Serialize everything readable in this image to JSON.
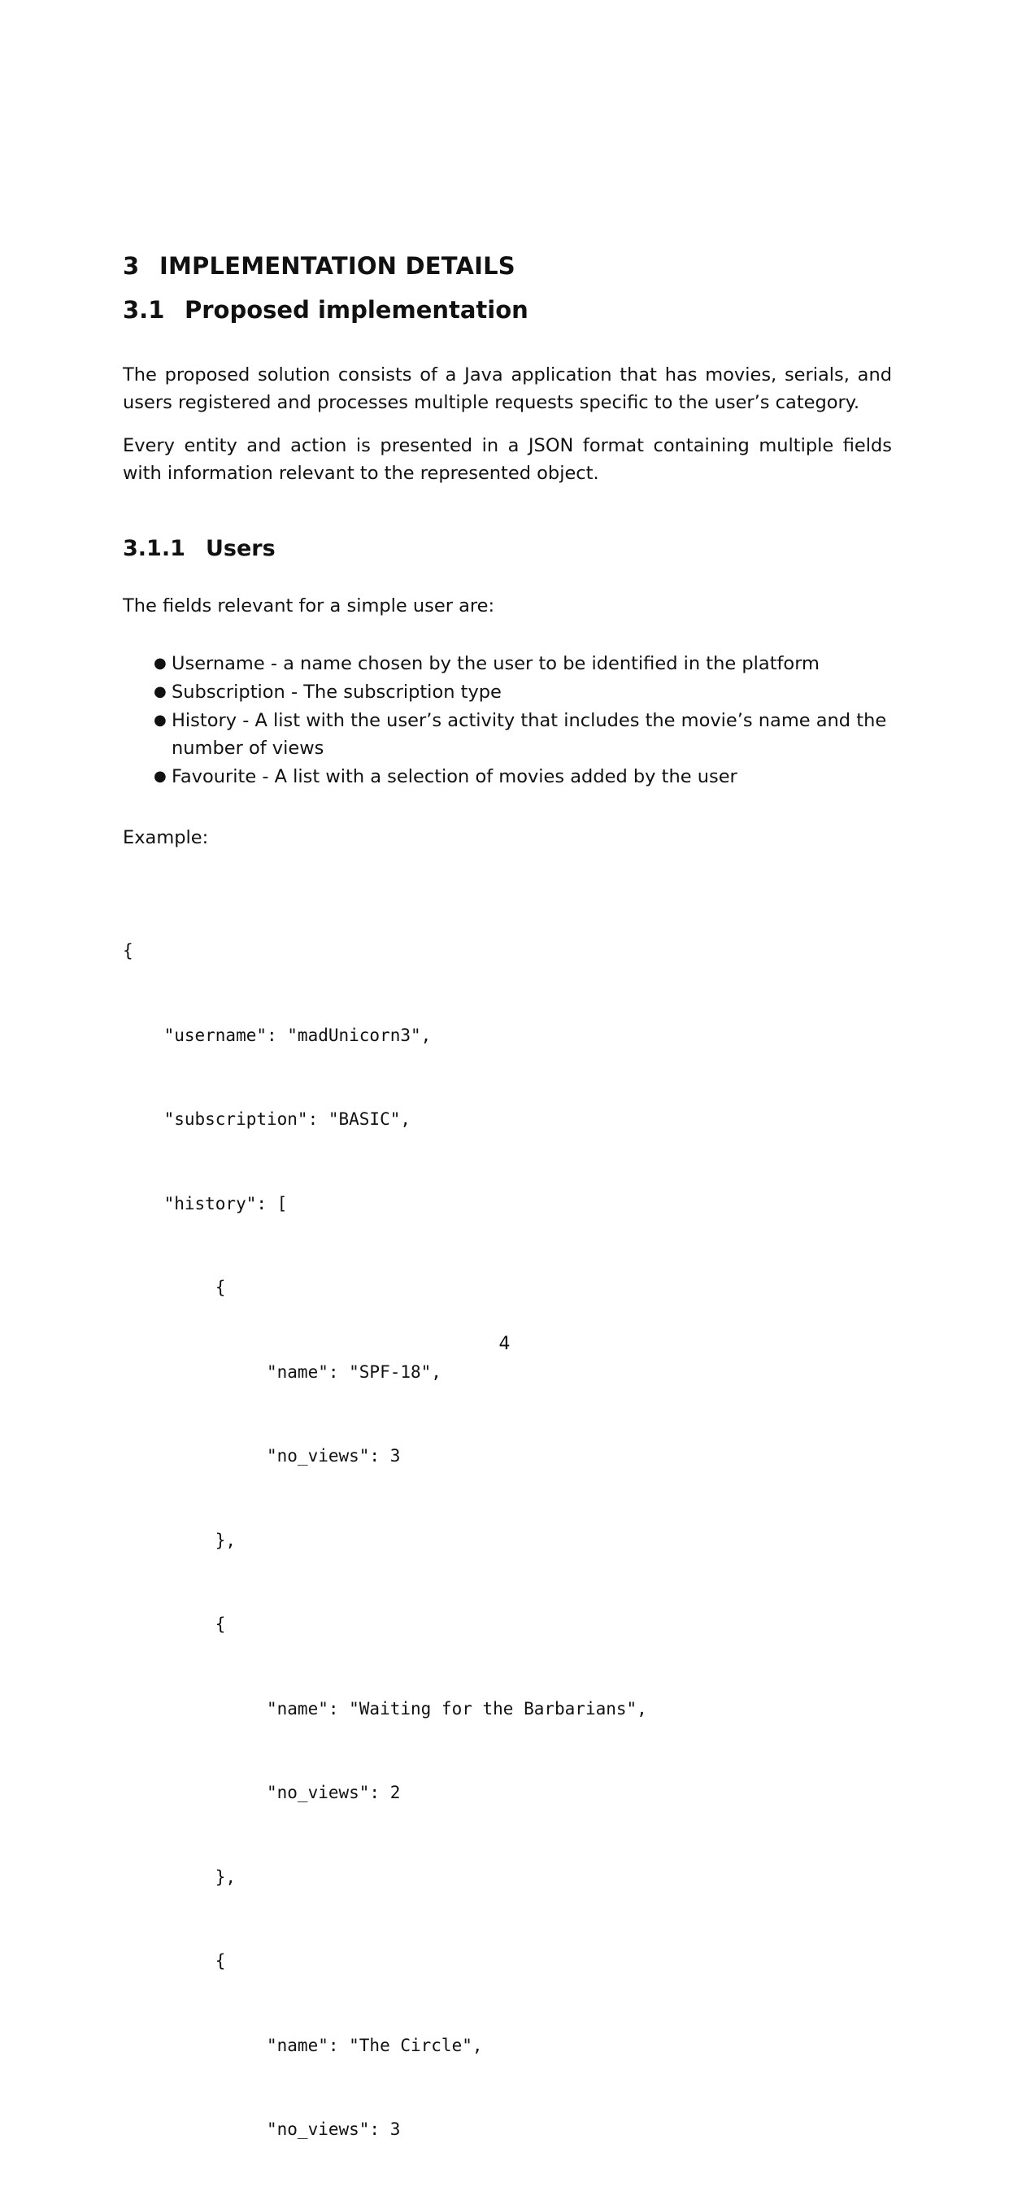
{
  "section": {
    "number": "3",
    "title": "IMPLEMENTATION DETAILS"
  },
  "subsection": {
    "number": "3.1",
    "title": "Proposed implementation"
  },
  "paragraphs": [
    "The proposed solution consists of a Java application that has movies, serials, and users registered and processes multiple requests specific to the user’s category.",
    "Every entity and action is presented in a JSON format containing multiple fields with information relevant to the represented object."
  ],
  "subsubsection": {
    "number": "3.1.1",
    "title": "Users"
  },
  "fields_intro": "The fields relevant for a simple user are:",
  "bullets": [
    "Username - a name chosen by the user to be identified in the platform",
    "Subscription - The subscription type",
    "History - A list with the user’s activity that includes the movie’s name and the number of views",
    "Favourite - A list with a selection of movies added by the user"
  ],
  "example_label": "Example:",
  "code_lines": [
    "{",
    "    \"username\": \"madUnicorn3\",",
    "    \"subscription\": \"BASIC\",",
    "    \"history\": [",
    "         {",
    "              \"name\": \"SPF-18\",",
    "              \"no_views\": 3",
    "         },",
    "         {",
    "              \"name\": \"Waiting for the Barbarians\",",
    "              \"no_views\": 2",
    "         },",
    "         {",
    "              \"name\": \"The Circle\",",
    "              \"no_views\": 3"
  ],
  "page_number": "4"
}
